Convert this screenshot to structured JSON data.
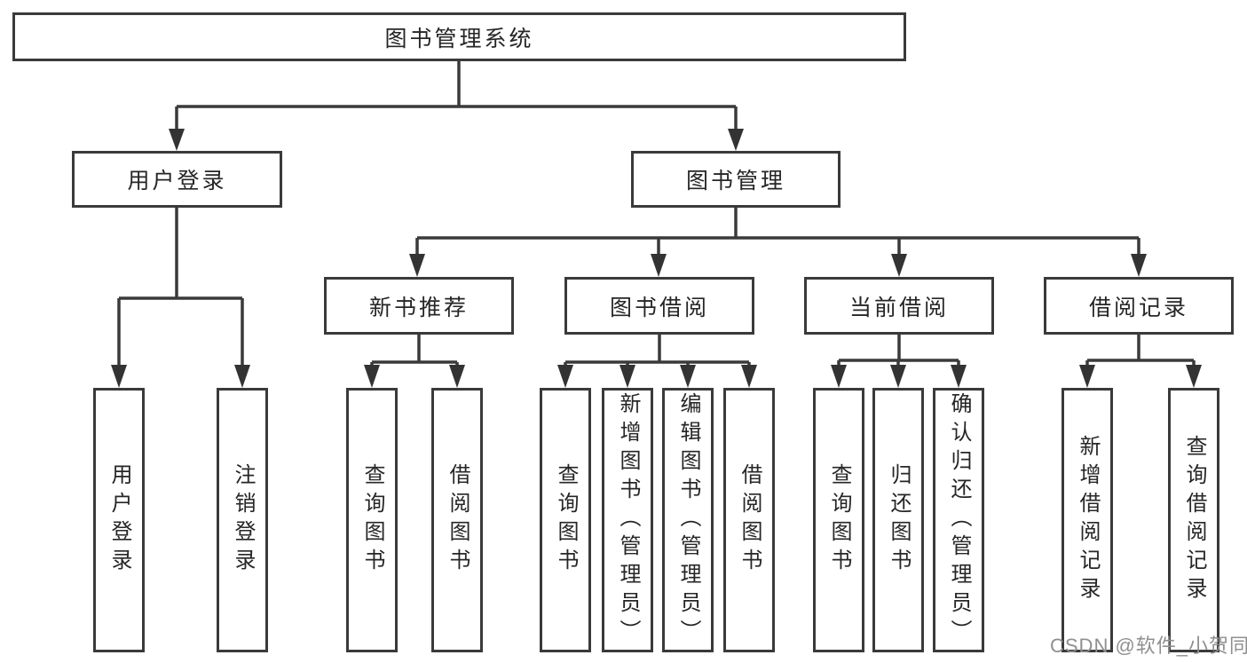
{
  "tree": {
    "label": "图书管理系统",
    "children": [
      {
        "label": "用户登录",
        "children": [
          {
            "label": "用户登录"
          },
          {
            "label": "注销登录"
          }
        ]
      },
      {
        "label": "图书管理",
        "children": [
          {
            "label": "新书推荐",
            "children": [
              {
                "label": "查询图书"
              },
              {
                "label": "借阅图书"
              }
            ]
          },
          {
            "label": "图书借阅",
            "children": [
              {
                "label": "查询图书"
              },
              {
                "label": "新增图书（管理员）"
              },
              {
                "label": "编辑图书（管理员）"
              },
              {
                "label": "借阅图书"
              }
            ]
          },
          {
            "label": "当前借阅",
            "children": [
              {
                "label": "查询图书"
              },
              {
                "label": "归还图书"
              },
              {
                "label": "确认归还（管理员）"
              }
            ]
          },
          {
            "label": "借阅记录",
            "children": [
              {
                "label": "新增借阅记录"
              },
              {
                "label": "查询借阅记录"
              }
            ]
          }
        ]
      }
    ]
  },
  "watermark": {
    "text": "CSDN @软件_小贺同学"
  },
  "colors": {
    "line": "#3a3a3a",
    "box_border": "#3a3a3a",
    "box_fill": "#ffffff",
    "text": "#262626",
    "watermark": "#8f8f8f",
    "background": "#ffffff"
  }
}
